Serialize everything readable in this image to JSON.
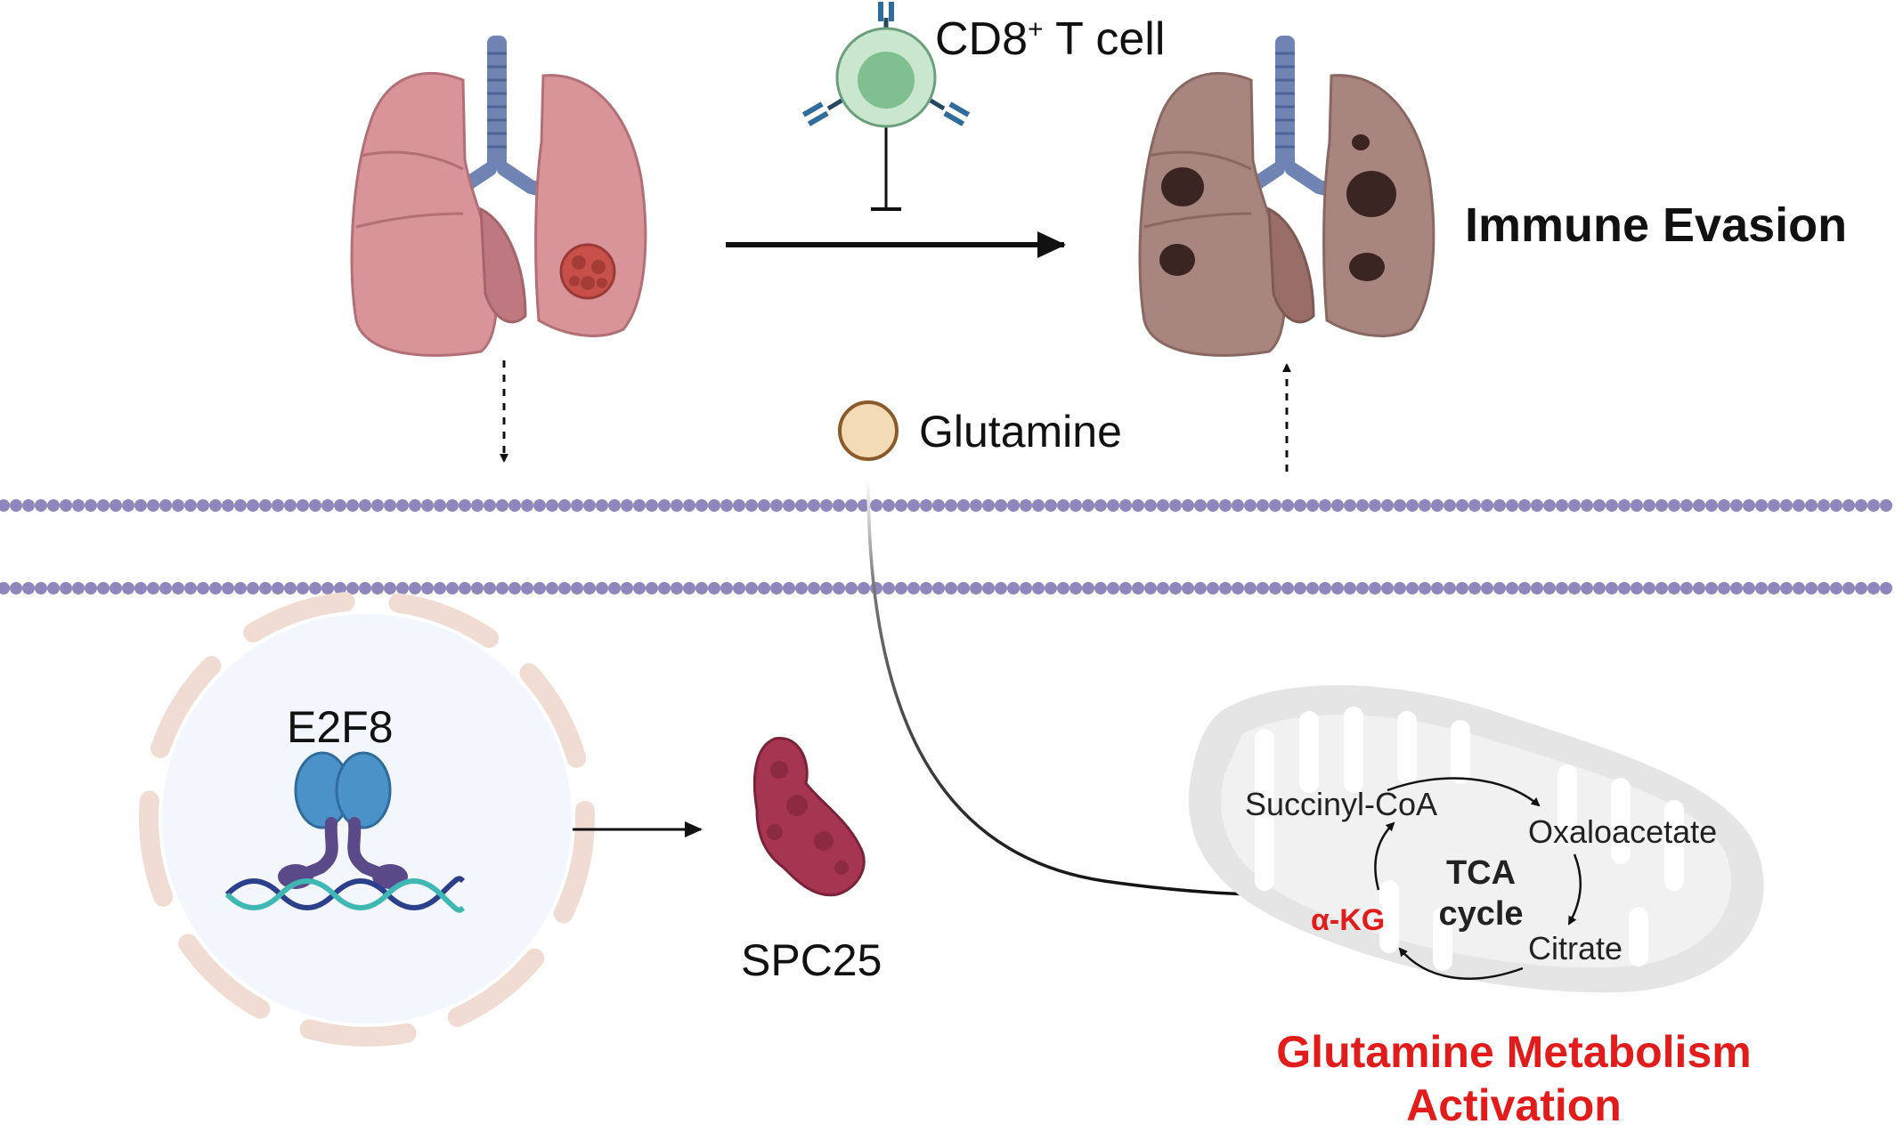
{
  "labels": {
    "cd8_main": "CD8",
    "cd8_sup": "+",
    "cd8_tail": " T cell",
    "immune_evasion": "Immune Evasion",
    "glutamine": "Glutamine",
    "e2f8": "E2F8",
    "spc25": "SPC25",
    "succinyl_coa": "Succinyl-CoA",
    "oxaloacetate": "Oxaloacetate",
    "citrate": "Citrate",
    "alpha_kg": "α-KG",
    "tca_line1": "TCA",
    "tca_line2": "cycle",
    "gma_line1": "Glutamine Metabolism",
    "gma_line2": "Activation"
  },
  "colors": {
    "accent_red": "#e21b1b",
    "membrane_purple": "#8f86bb",
    "lung_healthy": "#d9949a",
    "lung_tumor": "#a98580",
    "tcell": "#a7d3b0",
    "glutamine": "#f3dbb7",
    "spc25": "#a53550",
    "e2f8": "#4a92c8"
  }
}
